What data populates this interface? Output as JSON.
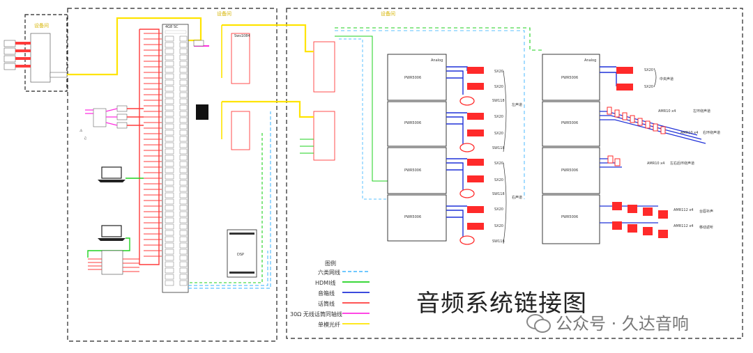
{
  "diagram": {
    "title": "音频系统链接图",
    "watermark": "公众号 · 久达音响",
    "zones": {
      "left": "设备间",
      "center": "设备间",
      "right": "设备间"
    },
    "center_rack_label": "4G8 SC",
    "dsp_label": "DSP",
    "switch_label": "Sws1084",
    "speaker_labels": [
      "SX20",
      "SX20",
      "SW118",
      "SX20",
      "SX20",
      "SW118",
      "SX20",
      "SX20",
      "SW118",
      "SX20",
      "SX20",
      "SW118"
    ],
    "zone_labels": {
      "left_channel": "左声道",
      "right_channel": "右声道",
      "center": "中央声道",
      "left_surround": "左环绕声道",
      "right_surround": "右环绕声道",
      "rear_surround": "左右后环绕声道",
      "stage": "台唇补声",
      "mobile": "移动返听"
    },
    "amp_labels": {
      "analog": "Analog",
      "model": "PWR5006"
    },
    "right_speaker_texts": [
      "SX20",
      "SX20",
      "AMR10 x4",
      "AMR10 x4",
      "AMR10 x4",
      "AMR112 x4",
      "AMR112 x4"
    ],
    "legend": {
      "title": "图例",
      "items": [
        {
          "label": "六类网线",
          "color": "#5bc0ff"
        },
        {
          "label": "HDMI线",
          "color": "#1ed21e"
        },
        {
          "label": "音箱线",
          "color": "#1f30d8"
        },
        {
          "label": "话筒线",
          "color": "#ff3b3b"
        },
        {
          "label": "30Ω 无线话筒同轴线",
          "color": "#ff2de0"
        },
        {
          "label": "单模光纤",
          "color": "#ffe400"
        }
      ]
    },
    "colors": {
      "network": "#5bc0ff",
      "hdmi": "#1ed21e",
      "speaker": "#1f30d8",
      "mic": "#ff3b3b",
      "coax": "#ff2de0",
      "fiber": "#ffe400",
      "speaker_fill": "#ff2a2a"
    }
  }
}
